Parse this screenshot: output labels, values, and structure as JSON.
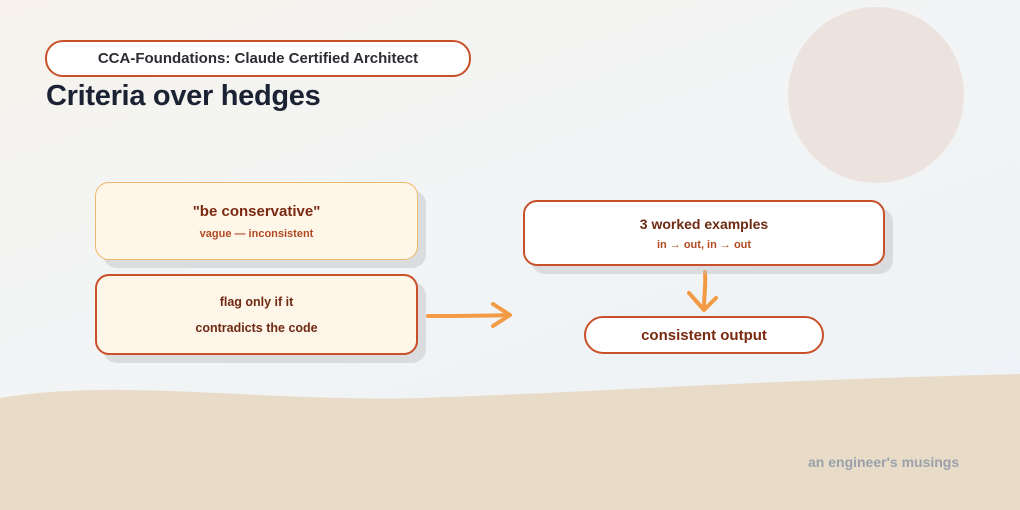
{
  "header": {
    "badge_label": "CCA-Foundations: Claude Certified Architect",
    "title": "Criteria over hedges"
  },
  "diagram": {
    "hedge_box": {
      "main": "\"be conservative\"",
      "sub": "vague — inconsistent"
    },
    "criteria_box": {
      "line1": "flag only if it",
      "line2": "contradicts the code"
    },
    "examples_box": {
      "main": "3 worked examples",
      "sub": "in → out, in → out"
    },
    "output_box": {
      "main": "consistent output"
    }
  },
  "footer": {
    "text": "an engineer's musings"
  },
  "colors": {
    "accent": "#c8502a",
    "arrow": "#f29a44",
    "hedge_border": "#f0b86a",
    "box_fill": "#fff6ea",
    "sand": "#e8dcc8",
    "circle": "#ece3de"
  }
}
